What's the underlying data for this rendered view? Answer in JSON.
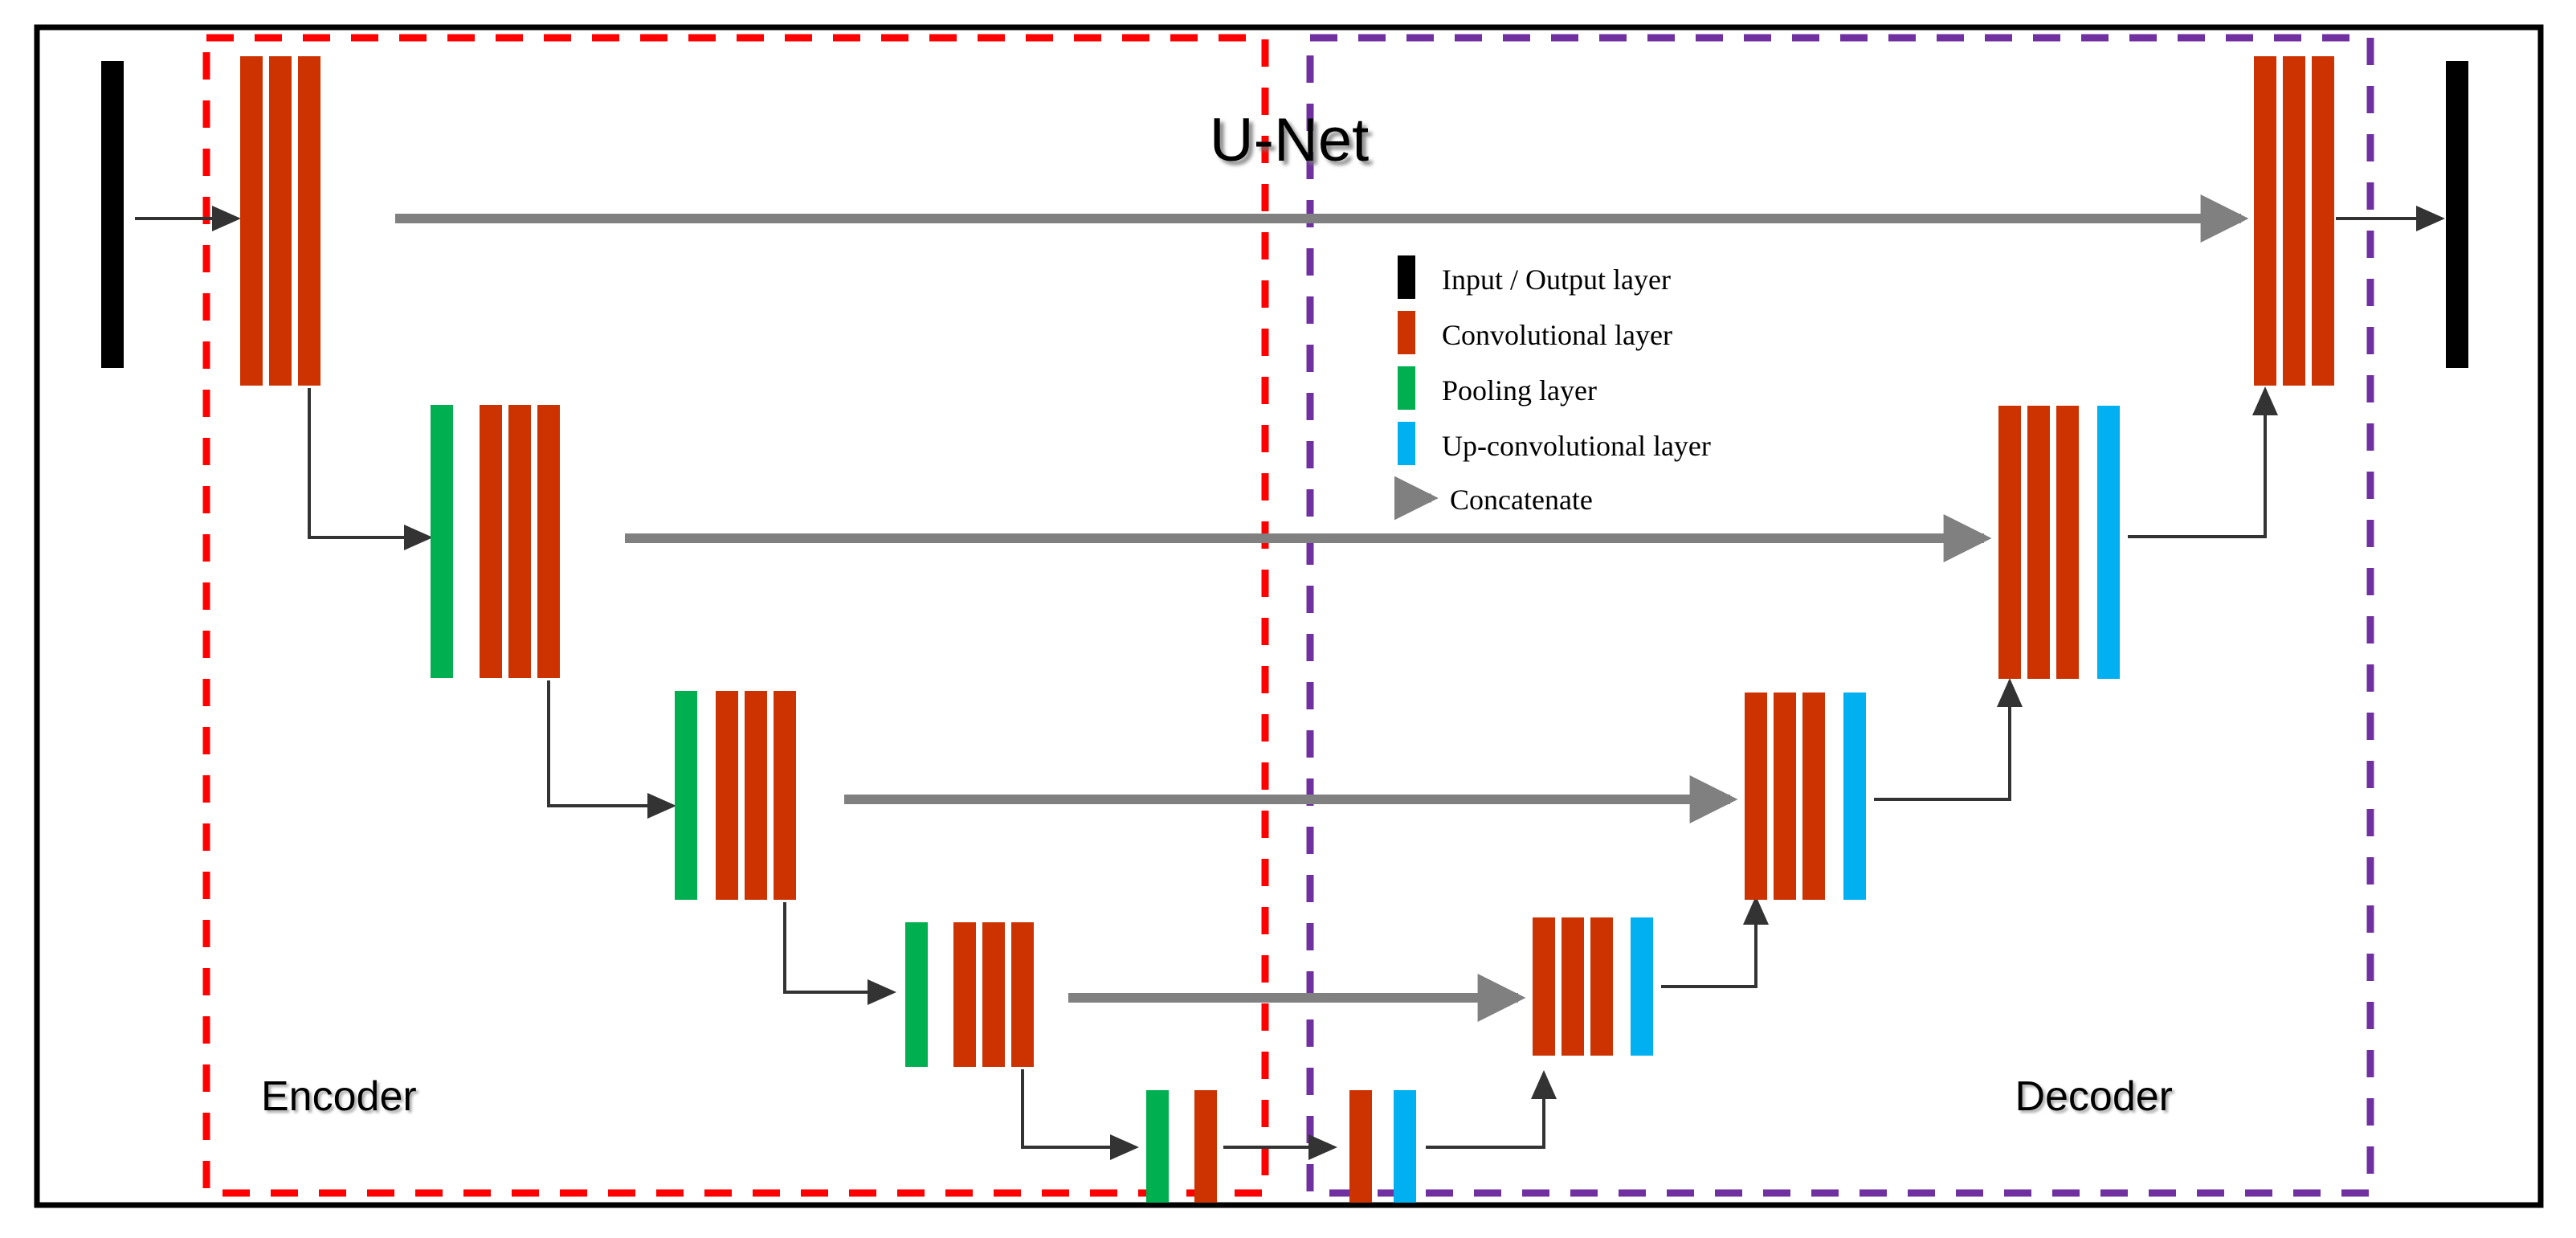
{
  "figure": {
    "title": "U-Net",
    "encoder_label": "Encoder",
    "decoder_label": "Decoder"
  },
  "colors": {
    "input_output": "#000000",
    "convolutional": "#CC3300",
    "pooling": "#00B050",
    "up_convolutional": "#00B0F0",
    "concatenate_arrow": "#808080",
    "flow_arrow": "#333333",
    "encoder_box": "#FF0000",
    "decoder_box": "#7030A0",
    "frame": "#000000",
    "background": "#FFFFFF"
  },
  "legend": {
    "items": [
      {
        "swatch": "input_output",
        "label": "Input / Output layer",
        "icon": "black-bar-swatch"
      },
      {
        "swatch": "convolutional",
        "label": "Convolutional layer",
        "icon": "red-bar-swatch"
      },
      {
        "swatch": "pooling",
        "label": "Pooling layer",
        "icon": "green-bar-swatch"
      },
      {
        "swatch": "up_convolutional",
        "label": "Up-convolutional layer",
        "icon": "blue-bar-swatch"
      },
      {
        "swatch": "concatenate_arrow",
        "label": "Concatenate",
        "icon": "gray-arrow-swatch"
      }
    ]
  },
  "chart_data": {
    "type": "diagram",
    "title": "U-Net",
    "description": "U-Net encoder-decoder convolutional network architecture with five resolution levels and four skip connections.",
    "levels": [
      {
        "level": 1,
        "encoder": {
          "pool": 0,
          "conv": 3
        },
        "decoder": {
          "conv": 3,
          "upconv": 0
        },
        "skip_connection": true
      },
      {
        "level": 2,
        "encoder": {
          "pool": 1,
          "conv": 3
        },
        "decoder": {
          "conv": 3,
          "upconv": 1
        },
        "skip_connection": true
      },
      {
        "level": 3,
        "encoder": {
          "pool": 1,
          "conv": 3
        },
        "decoder": {
          "conv": 3,
          "upconv": 1
        },
        "skip_connection": true
      },
      {
        "level": 4,
        "encoder": {
          "pool": 1,
          "conv": 3
        },
        "decoder": {
          "conv": 3,
          "upconv": 1
        },
        "skip_connection": true
      },
      {
        "level": 5,
        "encoder": {
          "pool": 1,
          "conv": 1
        },
        "decoder": {
          "conv": 1,
          "upconv": 1
        },
        "skip_connection": true
      }
    ],
    "input_layer": {
      "present": true,
      "side": "left"
    },
    "output_layer": {
      "present": true,
      "side": "right"
    },
    "skip_connection_count": 4,
    "legend_entries": [
      "Input / Output layer",
      "Convolutional layer",
      "Pooling layer",
      "Up-convolutional layer",
      "Concatenate"
    ]
  }
}
